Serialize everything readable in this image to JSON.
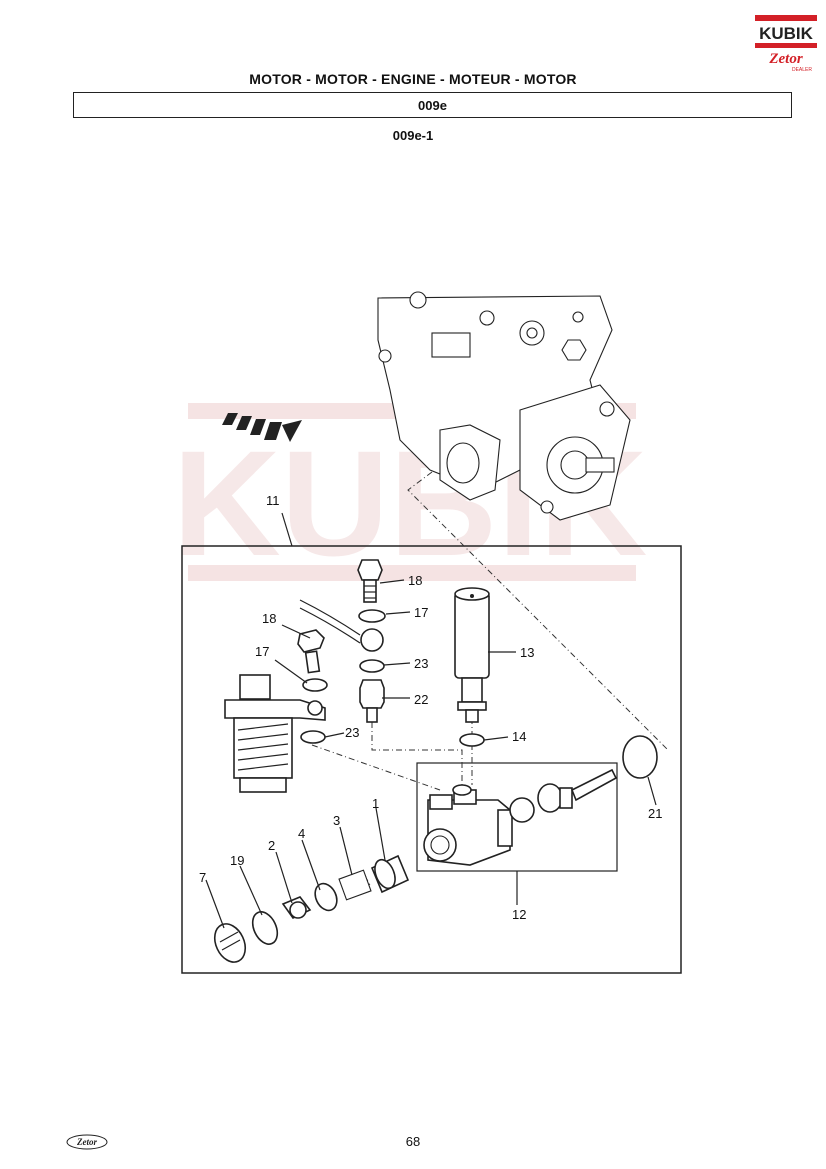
{
  "header": {
    "title": "MOTOR - MOTOR - ENGINE - MOTEUR - MOTOR",
    "section_code": "009e",
    "sub_code": "009e-1"
  },
  "logo": {
    "brand_text": "KUBIK",
    "sub_brand_text": "Zetor",
    "dealer_text": "DEALER",
    "brand_color": "#d32027"
  },
  "callouts": {
    "c1": "1",
    "c2": "2",
    "c3": "3",
    "c4": "4",
    "c7": "7",
    "c11": "11",
    "c12": "12",
    "c13": "13",
    "c14": "14",
    "c17a": "17",
    "c17b": "17",
    "c18a": "18",
    "c18b": "18",
    "c19": "19",
    "c21": "21",
    "c22": "22",
    "c23a": "23",
    "c23b": "23"
  },
  "footer": {
    "page_number": "68",
    "logo_text": "Zetor"
  },
  "watermark": {
    "text": "KUBIK",
    "color": "#f3dede"
  }
}
